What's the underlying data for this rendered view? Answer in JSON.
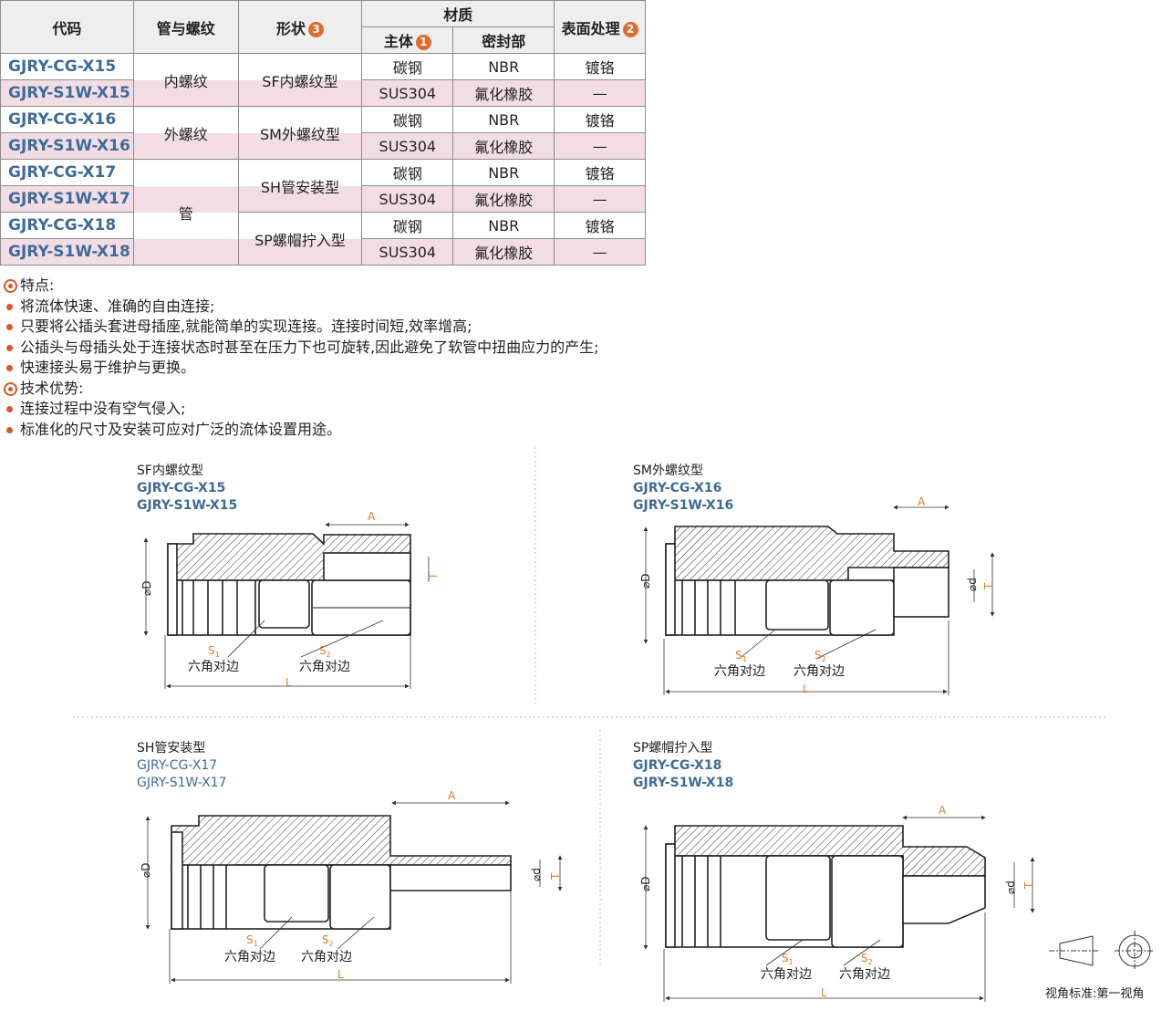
{
  "table": {
    "headers": {
      "code": "代码",
      "pipe_thread": "管与螺纹",
      "shape": "形状",
      "shape_num": "3",
      "material": "材质",
      "body": "主体",
      "body_num": "1",
      "seal": "密封部",
      "surface": "表面处理",
      "surface_num": "2"
    },
    "rows": [
      {
        "code": "GJRY-CG-X15",
        "material_body": "碳钢",
        "seal": "NBR",
        "surface": "镀铬"
      },
      {
        "code": "GJRY-S1W-X15",
        "material_body": "SUS304",
        "seal": "氟化橡胶",
        "surface": "—"
      },
      {
        "code": "GJRY-CG-X16",
        "material_body": "碳钢",
        "seal": "NBR",
        "surface": "镀铬"
      },
      {
        "code": "GJRY-S1W-X16",
        "material_body": "SUS304",
        "seal": "氟化橡胶",
        "surface": "—"
      },
      {
        "code": "GJRY-CG-X17",
        "material_body": "碳钢",
        "seal": "NBR",
        "surface": "镀铬"
      },
      {
        "code": "GJRY-S1W-X17",
        "material_body": "SUS304",
        "seal": "氟化橡胶",
        "surface": "—"
      },
      {
        "code": "GJRY-CG-X18",
        "material_body": "碳钢",
        "seal": "NBR",
        "surface": "镀铬"
      },
      {
        "code": "GJRY-S1W-X18",
        "material_body": "SUS304",
        "seal": "氟化橡胶",
        "surface": "—"
      }
    ],
    "pipe_groups": [
      "内螺纹",
      "外螺纹",
      "管"
    ],
    "shape_groups": [
      "SF内螺纹型",
      "SM外螺纹型",
      "SH管安装型",
      "SP螺帽拧入型"
    ]
  },
  "features": {
    "title1": "特点:",
    "items1": [
      "将流体快速、准确的自由连接;",
      "只要将公插头套进母插座,就能简单的实现连接。连接时间短,效率增高;",
      "公插头与母插头处于连接状态时甚至在压力下也可旋转,因此避免了软管中扭曲应力的产生;",
      "快速接头易于维护与更换。"
    ],
    "title2": "技术优势:",
    "items2": [
      "连接过程中没有空气侵入;",
      "标准化的尺寸及安装可应对广泛的流体设置用途。"
    ]
  },
  "drawings": [
    {
      "type": "SF内螺纹型",
      "code1": "GJRY-CG-X15",
      "code2": "GJRY-S1W-X15"
    },
    {
      "type": "SM外螺纹型",
      "code1": "GJRY-CG-X16",
      "code2": "GJRY-S1W-X16"
    },
    {
      "type": "SH管安装型",
      "code1": "GJRY-CG-X17",
      "code2": "GJRY-S1W-X17"
    },
    {
      "type": "SP螺帽拧入型",
      "code1": "GJRY-CG-X18",
      "code2": "GJRY-S1W-X18"
    }
  ],
  "dim_labels": {
    "A": "A",
    "T": "T",
    "D": "D",
    "d": "d",
    "L": "L",
    "S1": "S",
    "S1_sub": "1",
    "S2": "S",
    "S2_sub": "2",
    "hex": "六角对边",
    "dia": "⌀"
  },
  "view_standard": "视角标准:第一视角",
  "colors": {
    "accent": "#d9572a",
    "code_blue": "#3f6b98",
    "pink_row": "#f2dde5",
    "dim_orange": "#e07b22"
  }
}
